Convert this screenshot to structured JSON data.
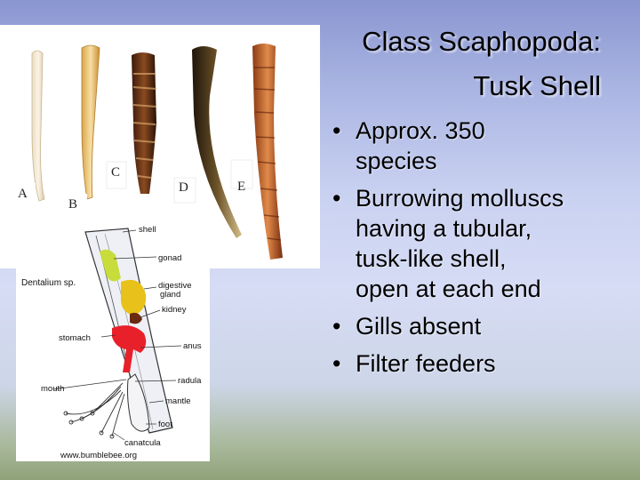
{
  "title": {
    "line1": "Class Scaphopoda:",
    "line2": "Tusk Shell"
  },
  "bullets": [
    {
      "lines": [
        "Approx. 350",
        "species"
      ]
    },
    {
      "lines": [
        "Burrowing molluscs",
        "having a tubular,",
        "tusk-like shell,",
        "open at each end"
      ]
    },
    {
      "lines": [
        "Gills absent"
      ]
    },
    {
      "lines": [
        "Filter feeders"
      ]
    }
  ],
  "shell_photo": {
    "labels": [
      "A",
      "B",
      "C",
      "D",
      "E"
    ]
  },
  "anatomy_diagram": {
    "species_label": "Dentalium sp.",
    "labels": {
      "shell": "shell",
      "gonad": "gonad",
      "digestive_gland": "digestive gland",
      "digestive_gland_line1": "digestive",
      "digestive_gland_line2": "gland",
      "kidney": "kidney",
      "stomach": "stomach",
      "anus": "anus",
      "mouth": "mouth",
      "radula": "radula",
      "mantle": "mantle",
      "foot": "foot",
      "captacula": "canatcula"
    },
    "credit": "www.bumblebee.org"
  },
  "colors": {
    "gonad": "#c8dc3c",
    "digestive_gland": "#e8c21a",
    "kidney": "#6a2a10",
    "stomach": "#e8202a"
  }
}
